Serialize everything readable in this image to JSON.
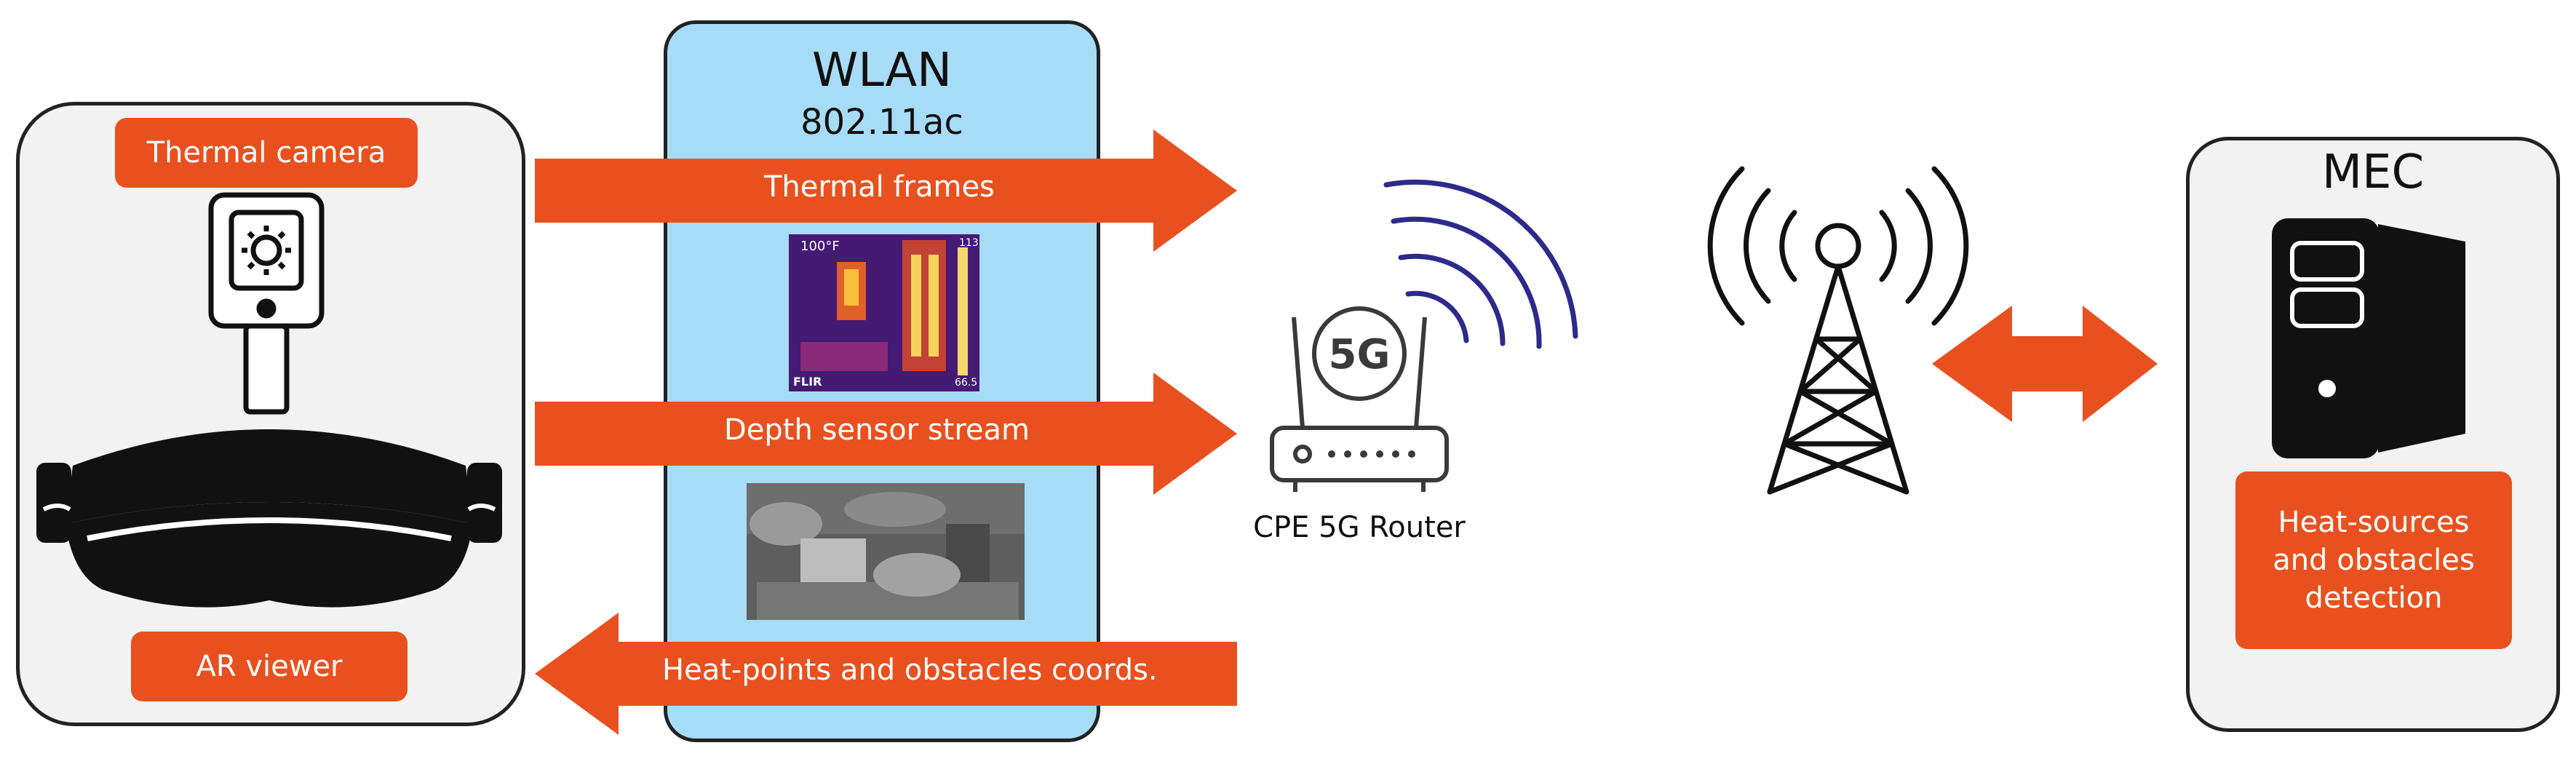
{
  "colors": {
    "accent": "#e8511f",
    "wlan_fill": "#a7dcf7",
    "panel_fill": "#f2f2f2",
    "outline": "#222222",
    "signal": "#2d2a8c"
  },
  "left_device": {
    "thermal_camera_label": "Thermal camera",
    "ar_viewer_label": "AR viewer"
  },
  "wlan": {
    "title": "WLAN",
    "standard": "802.11ac"
  },
  "links": {
    "thermal_frames": "Thermal frames",
    "depth_stream": "Depth sensor stream",
    "coords_back": "Heat-points and obstacles coords."
  },
  "thermal_image": {
    "temp_top": "100°F",
    "scale_max": "113",
    "scale_min": "66.5",
    "brand": "FLIR"
  },
  "router": {
    "badge": "5G",
    "label": "CPE 5G Router"
  },
  "mec": {
    "title": "MEC",
    "task_label": "Heat-sources and obstacles detection"
  },
  "icons": [
    "thermal-camera-icon",
    "ar-headset-icon",
    "router-icon",
    "wifi-signal-icon",
    "cell-tower-icon",
    "server-icon"
  ]
}
